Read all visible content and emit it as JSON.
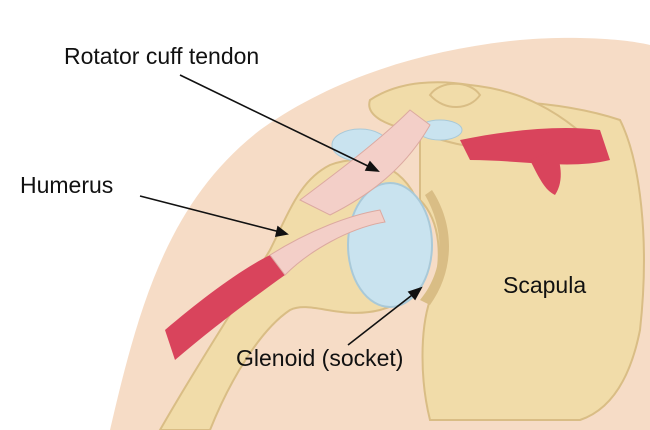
{
  "labels": {
    "rotator_cuff": "Rotator cuff tendon",
    "humerus": "Humerus",
    "scapula": "Scapula",
    "glenoid": "Glenoid (socket)"
  },
  "colors": {
    "skin": "#f6dcc6",
    "bone": "#f1dca9",
    "bone_shade": "#d9bd85",
    "muscle": "#d9445c",
    "tendon": "#f3cfc8",
    "cartilage": "#c9e3ef"
  }
}
